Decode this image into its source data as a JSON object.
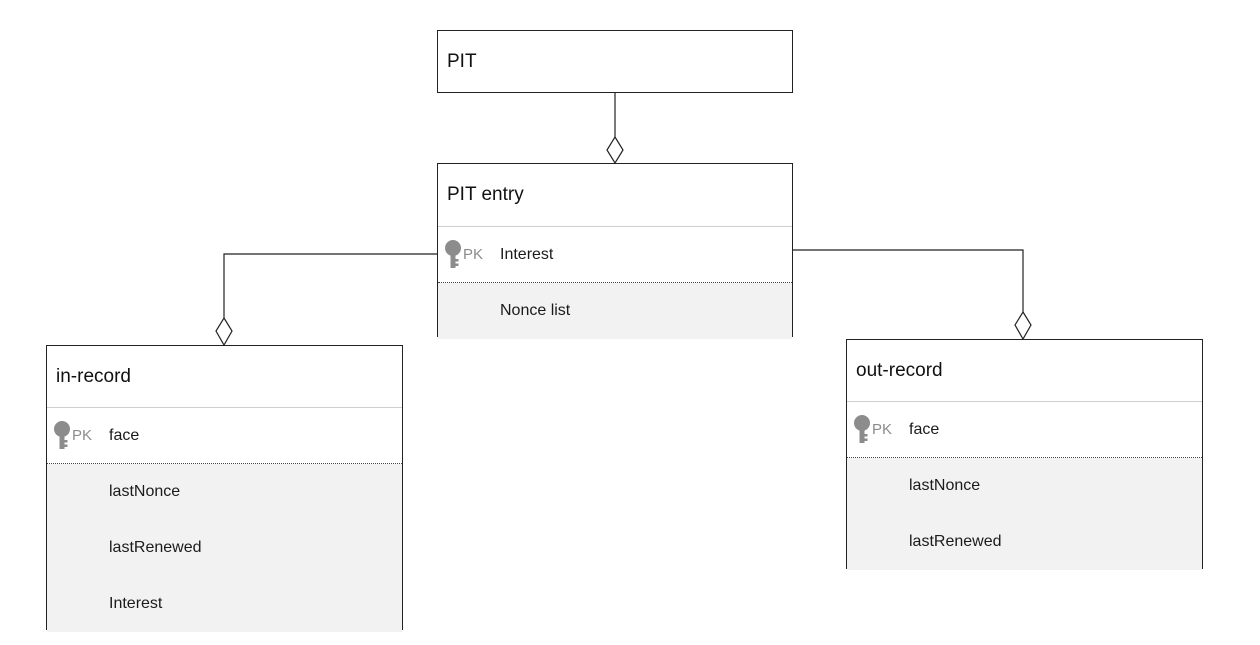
{
  "entities": {
    "pit": {
      "title": "PIT"
    },
    "pit_entry": {
      "title": "PIT entry",
      "key": {
        "badge": "PK",
        "name": "Interest"
      },
      "attributes": [
        "Nonce list"
      ]
    },
    "in_record": {
      "title": "in-record",
      "key": {
        "badge": "PK",
        "name": "face"
      },
      "attributes": [
        "lastNonce",
        "lastRenewed",
        "Interest"
      ]
    },
    "out_record": {
      "title": "out-record",
      "key": {
        "badge": "PK",
        "name": "face"
      },
      "attributes": [
        "lastNonce",
        "lastRenewed"
      ]
    }
  },
  "icons": {
    "key": "key-icon",
    "aggregation": "aggregation-diamond"
  },
  "colors": {
    "border": "#222222",
    "attribute_fill": "#f2f2f2",
    "key_icon": "#8c8c8c"
  }
}
